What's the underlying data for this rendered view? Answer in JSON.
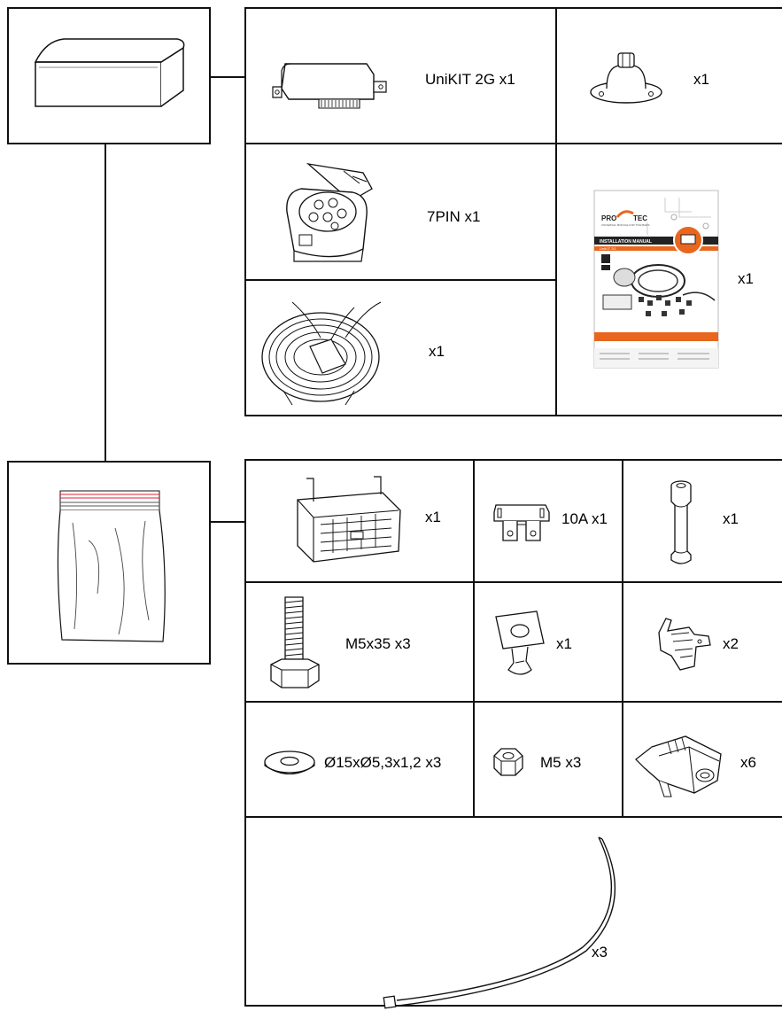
{
  "kit_items": {
    "unikit": "UniKIT 2G x1",
    "socket_cover": "x1",
    "socket_7pin": "7PIN x1",
    "wire_harness": "x1",
    "manual": "x1",
    "connector": "x1",
    "fuse": "10A x1",
    "fuse_holder": "x1",
    "bolt": "M5x35 x3",
    "bracket_clip": "x1",
    "terminal": "x2",
    "washer": "Ø15xØ5,3x1,2 x3",
    "nut": "M5 x3",
    "splice_connector": "x6",
    "cable_tie": "x3"
  },
  "manual_cover": {
    "brand_left": "PRO",
    "brand_right": "TEC",
    "tagline": "UNIVERSAL MODULE FOR TOW BARS",
    "title": "INSTALLATION MANUAL",
    "product": "UniKIT 2G",
    "colors": {
      "accent": "#e8661e",
      "dark": "#222222"
    }
  },
  "icons": [
    "box-icon",
    "bag-icon",
    "module-icon",
    "socket-cover-icon",
    "socket-7pin-icon",
    "wire-coil-icon",
    "manual-icon",
    "connector-icon",
    "fuse-icon",
    "fuse-holder-icon",
    "bolt-icon",
    "bracket-icon",
    "terminal-icon",
    "washer-icon",
    "nut-icon",
    "splice-icon",
    "cable-tie-icon"
  ]
}
